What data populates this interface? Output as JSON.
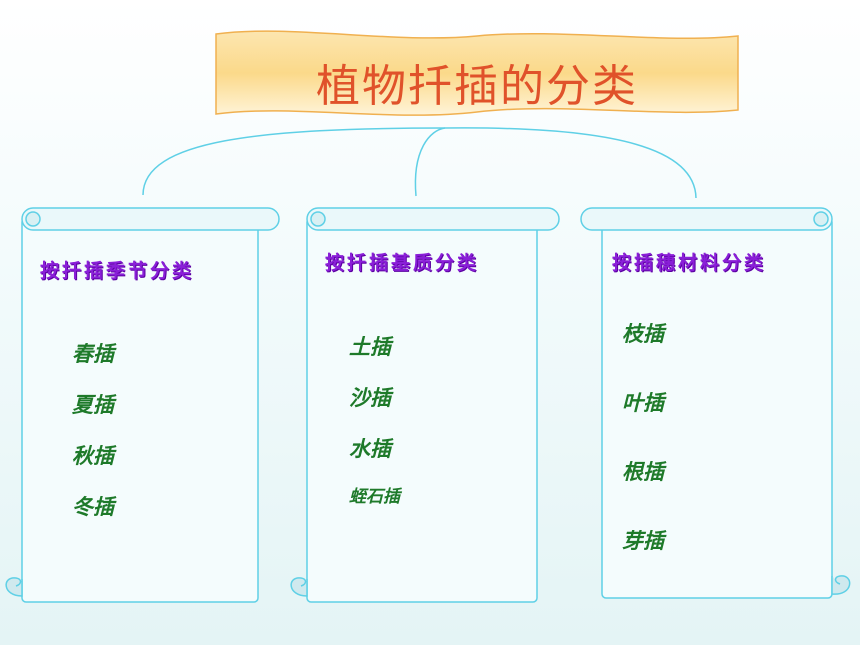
{
  "title": "植物扦插的分类",
  "columns": [
    {
      "heading": "按扦插季节分类",
      "items": [
        "春插",
        "夏插",
        "秋插",
        "冬插"
      ]
    },
    {
      "heading": "按扦插基质分类",
      "items": [
        "土插",
        "沙插",
        "水插",
        "蛭石插"
      ]
    },
    {
      "heading": "按插穗材料分类",
      "items": [
        "枝插",
        "叶插",
        "根插",
        "芽插"
      ]
    }
  ],
  "colors": {
    "title": "#e0522a",
    "heading": "#8a1fd8",
    "item": "#1e7a2a",
    "scroll_outline": "#5fd0e6",
    "banner_fill": "#fbd98a"
  }
}
